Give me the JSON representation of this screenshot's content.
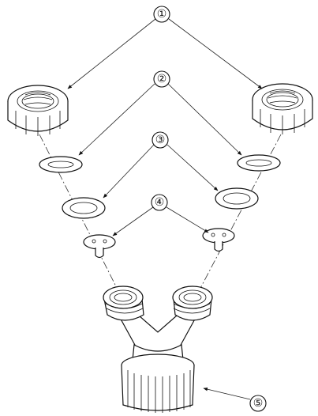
{
  "callouts": [
    {
      "id": "1",
      "label": "①"
    },
    {
      "id": "2",
      "label": "②"
    },
    {
      "id": "3",
      "label": "③"
    },
    {
      "id": "4",
      "label": "④"
    },
    {
      "id": "5",
      "label": "⑤"
    }
  ]
}
